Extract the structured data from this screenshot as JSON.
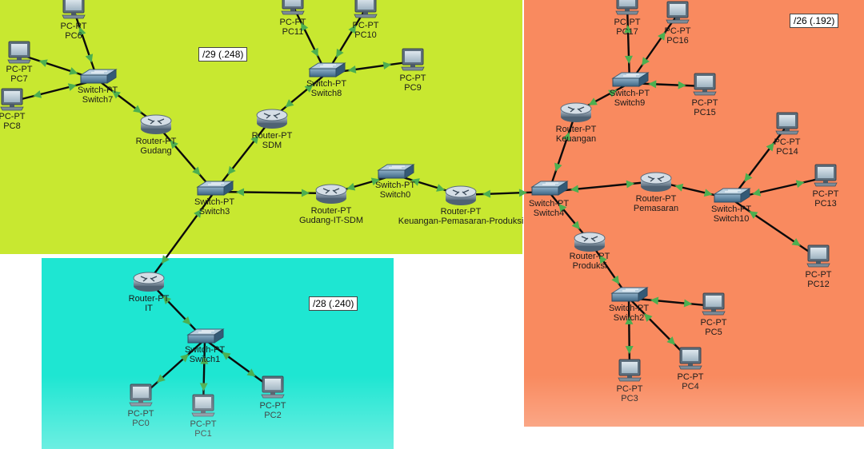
{
  "areas": {
    "yellow": {
      "subnet": "/29 (.248)",
      "color": "#c8e830"
    },
    "cyan": {
      "subnet": "/28 (.240)",
      "color": "#1ee6d2"
    },
    "orange": {
      "subnet": "/26 (.192)",
      "color": "#f98a5f"
    }
  },
  "link_color": "#0b0b0b",
  "link_indicator_color": "#4caf50",
  "devices": [
    {
      "id": "pc6",
      "type": "pc",
      "line1": "PC-PT",
      "line2": "PC6"
    },
    {
      "id": "pc7",
      "type": "pc",
      "line1": "PC-PT",
      "line2": "PC7"
    },
    {
      "id": "pc8",
      "type": "pc",
      "line1": "PC-PT",
      "line2": "PC8"
    },
    {
      "id": "switch7",
      "type": "switch",
      "line1": "Switch-PT",
      "line2": "Switch7"
    },
    {
      "id": "router-gudang",
      "type": "router",
      "line1": "Router-PT",
      "line2": "Gudang"
    },
    {
      "id": "pc11",
      "type": "pc",
      "line1": "PC-PT",
      "line2": "PC11"
    },
    {
      "id": "pc10",
      "type": "pc",
      "line1": "PC-PT",
      "line2": "PC10"
    },
    {
      "id": "switch8",
      "type": "switch",
      "line1": "Switch-PT",
      "line2": "Switch8"
    },
    {
      "id": "pc9",
      "type": "pc",
      "line1": "PC-PT",
      "line2": "PC9"
    },
    {
      "id": "router-sdm",
      "type": "router",
      "line1": "Router-PT",
      "line2": "SDM"
    },
    {
      "id": "switch3",
      "type": "switch",
      "line1": "Switch-PT",
      "line2": "Switch3"
    },
    {
      "id": "router-gudang-it-sdm",
      "type": "router",
      "line1": "Router-PT",
      "line2": "Gudang-IT-SDM"
    },
    {
      "id": "switch0",
      "type": "switch",
      "line1": "Switch-PT",
      "line2": "Switch0"
    },
    {
      "id": "router-kpp",
      "type": "router",
      "line1": "Router-PT",
      "line2": "Keuangan-Pemasaran-Produksi"
    },
    {
      "id": "router-it",
      "type": "router",
      "line1": "Router-PT",
      "line2": "IT"
    },
    {
      "id": "switch1",
      "type": "switch",
      "line1": "Switch-PT",
      "line2": "Switch1"
    },
    {
      "id": "pc0",
      "type": "pc",
      "line1": "PC-PT",
      "line2": "PC0"
    },
    {
      "id": "pc1",
      "type": "pc",
      "line1": "PC-PT",
      "line2": "PC1"
    },
    {
      "id": "pc2",
      "type": "pc",
      "line1": "PC-PT",
      "line2": "PC2"
    },
    {
      "id": "pc17",
      "type": "pc",
      "line1": "PC-PT",
      "line2": "PC17"
    },
    {
      "id": "pc16",
      "type": "pc",
      "line1": "PC-PT",
      "line2": "PC16"
    },
    {
      "id": "switch9",
      "type": "switch",
      "line1": "Switch-PT",
      "line2": "Switch9"
    },
    {
      "id": "pc15",
      "type": "pc",
      "line1": "PC-PT",
      "line2": "PC15"
    },
    {
      "id": "router-keuangan",
      "type": "router",
      "line1": "Router-PT",
      "line2": "Keuangan"
    },
    {
      "id": "switch4",
      "type": "switch",
      "line1": "Switch-PT",
      "line2": "Switch4"
    },
    {
      "id": "router-pemasaran",
      "type": "router",
      "line1": "Router-PT",
      "line2": "Pemasaran"
    },
    {
      "id": "switch10",
      "type": "switch",
      "line1": "Switch-PT",
      "line2": "Switch10"
    },
    {
      "id": "pc14",
      "type": "pc",
      "line1": "PC-PT",
      "line2": "PC14"
    },
    {
      "id": "pc13",
      "type": "pc",
      "line1": "PC-PT",
      "line2": "PC13"
    },
    {
      "id": "pc12",
      "type": "pc",
      "line1": "PC-PT",
      "line2": "PC12"
    },
    {
      "id": "router-produksi",
      "type": "router",
      "line1": "Router-PT",
      "line2": "Produksi"
    },
    {
      "id": "switch2",
      "type": "switch",
      "line1": "Switch-PT",
      "line2": "Switch2"
    },
    {
      "id": "pc5",
      "type": "pc",
      "line1": "PC-PT",
      "line2": "PC5"
    },
    {
      "id": "pc4",
      "type": "pc",
      "line1": "PC-PT",
      "line2": "PC4"
    },
    {
      "id": "pc3",
      "type": "pc",
      "line1": "PC-PT",
      "line2": "PC3"
    }
  ],
  "links": [
    [
      "pc6",
      "switch7"
    ],
    [
      "pc7",
      "switch7"
    ],
    [
      "pc8",
      "switch7"
    ],
    [
      "switch7",
      "router-gudang"
    ],
    [
      "router-gudang",
      "switch3"
    ],
    [
      "pc11",
      "switch8"
    ],
    [
      "pc10",
      "switch8"
    ],
    [
      "pc9",
      "switch8"
    ],
    [
      "switch8",
      "router-sdm"
    ],
    [
      "router-sdm",
      "switch3"
    ],
    [
      "switch3",
      "router-gudang-it-sdm"
    ],
    [
      "router-gudang-it-sdm",
      "switch0"
    ],
    [
      "switch0",
      "router-kpp"
    ],
    [
      "router-kpp",
      "switch4"
    ],
    [
      "switch3",
      "router-it"
    ],
    [
      "router-it",
      "switch1"
    ],
    [
      "switch1",
      "pc0"
    ],
    [
      "switch1",
      "pc1"
    ],
    [
      "switch1",
      "pc2"
    ],
    [
      "pc17",
      "switch9"
    ],
    [
      "pc16",
      "switch9"
    ],
    [
      "pc15",
      "switch9"
    ],
    [
      "switch9",
      "router-keuangan"
    ],
    [
      "router-keuangan",
      "switch4"
    ],
    [
      "switch4",
      "router-pemasaran"
    ],
    [
      "router-pemasaran",
      "switch10"
    ],
    [
      "switch10",
      "pc14"
    ],
    [
      "switch10",
      "pc13"
    ],
    [
      "switch10",
      "pc12"
    ],
    [
      "switch4",
      "router-produksi"
    ],
    [
      "router-produksi",
      "switch2"
    ],
    [
      "switch2",
      "pc5"
    ],
    [
      "switch2",
      "pc4"
    ],
    [
      "switch2",
      "pc3"
    ]
  ]
}
